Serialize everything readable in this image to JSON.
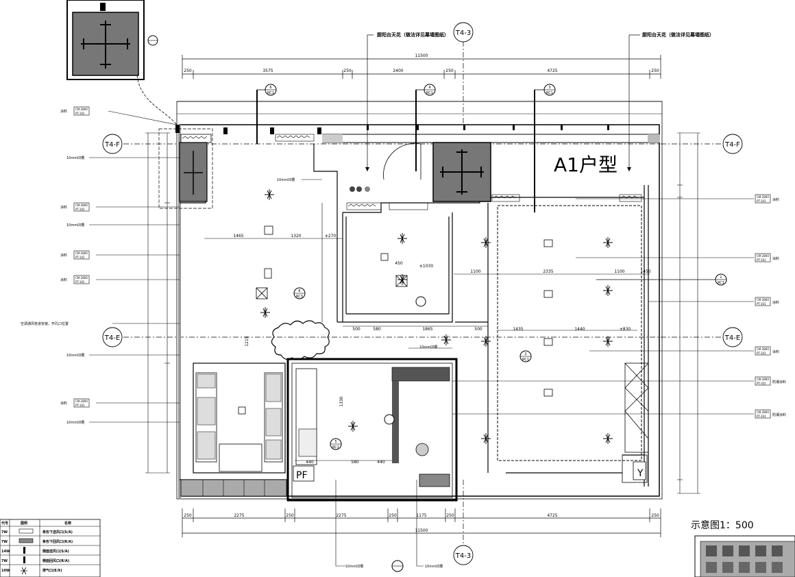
{
  "unit_title": "A1户型",
  "ceiling_notes": {
    "left": "厨阳台天花（做法详见幕墙图纸）",
    "right": "厨阳台天花（做法详见幕墙图纸）"
  },
  "axis_labels": {
    "top": "T4-3",
    "bottom": "T4-3",
    "left_f": "T4-F",
    "right_f": "T4-F",
    "left_e": "T4-E",
    "right_e": "T4-E"
  },
  "top_dimensions": {
    "overall": "11500",
    "segments": [
      "250",
      "3575",
      "250",
      "2400",
      "250",
      "4725",
      "250"
    ]
  },
  "bottom_dimensions": {
    "overall": "11500",
    "segments": [
      "250",
      "2275",
      "250",
      "2275",
      "250",
      "1175",
      "250",
      "4725",
      "250"
    ]
  },
  "left_callouts": [
    "涂料",
    "10mm凹槽",
    "涂料",
    "10mm凹槽",
    "涂料",
    "涂料",
    "空调通风管道安装，开孔口位置",
    "10mm凹槽",
    "涂料",
    "10mm凹槽"
  ],
  "right_callouts": [
    "涂料",
    "涂料",
    "涂料",
    "涂料",
    "防潮涂料",
    "防潮涂料"
  ],
  "mid_callouts": [
    "10mm凹槽",
    "10mm凹槽",
    "10mm凹槽",
    "10mm凹槽"
  ],
  "callout_codes": [
    "CM-2800",
    "PT-101"
  ],
  "bubbles": [
    {
      "num": "6",
      "sheet": "RC1"
    },
    {
      "num": "4",
      "sheet": "RC1"
    },
    {
      "num": "3",
      "sheet": "RC1"
    },
    {
      "num": "6",
      "sheet": "RC3"
    },
    {
      "num": "1",
      "sheet": "RC1"
    },
    {
      "num": "2",
      "sheet": "RC1"
    },
    {
      "num": "5",
      "sheet": "RC1"
    }
  ],
  "interior_dims": [
    "1465",
    "1320",
    "±270",
    "450",
    "±1030",
    "1100",
    "2335",
    "1100",
    "500",
    "580",
    "1865",
    "500",
    "1435",
    "1440",
    "±830",
    "1450",
    "1215",
    "1330",
    "440",
    "580",
    "440"
  ],
  "room_labels": {
    "pf": "PF",
    "y": "Y"
  },
  "legend": {
    "headers": [
      "代号",
      "图例",
      "名称"
    ],
    "rows": [
      {
        "code": "7W",
        "name": "条形下送风口(S/A)"
      },
      {
        "code": "7W",
        "name": "条形下回风口(R/A)"
      },
      {
        "code": "14W",
        "name": "侧面送风口(S/A)"
      },
      {
        "code": "7W",
        "name": "侧面回风口(R/A)"
      },
      {
        "code": "10W",
        "name": "排气口(E/X)"
      }
    ]
  },
  "minimap": {
    "label": "示意图1：500"
  }
}
